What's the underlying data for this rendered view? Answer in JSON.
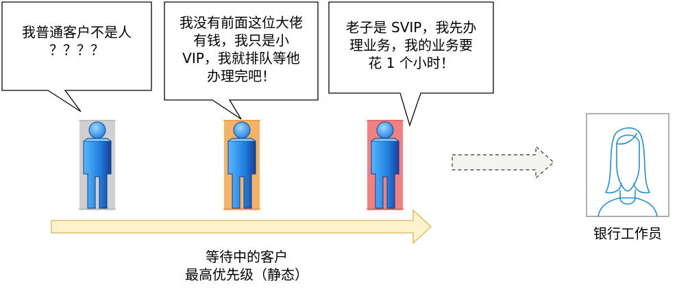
{
  "bubbles": [
    {
      "text": "我普通客户不是人\n？？？？"
    },
    {
      "text": "我没有前面这位大佬\n有钱，我只是小\nVIP，我就排队等他\n办理完吧！"
    },
    {
      "text": "老子是 SVIP，我先办\n理业务，我的业务要\n花 1 个小时！"
    }
  ],
  "customers": [
    {
      "icon": "person-icon",
      "highlight_color": "#c8c8c8"
    },
    {
      "icon": "person-icon",
      "highlight_color": "#f5a54a"
    },
    {
      "icon": "person-icon",
      "highlight_color": "#ee6b6b"
    }
  ],
  "queue_label": "等待中的客户\n最高优先级（静态）",
  "worker_label": "银行工作员",
  "colors": {
    "queue_arrow_fill": "#fff2cc",
    "queue_arrow_stroke": "#d6b656",
    "person_blue": "#1f7fe0",
    "worker_stroke": "#1a8fd6",
    "dashed_arrow_fill": "#f5f5ef"
  }
}
